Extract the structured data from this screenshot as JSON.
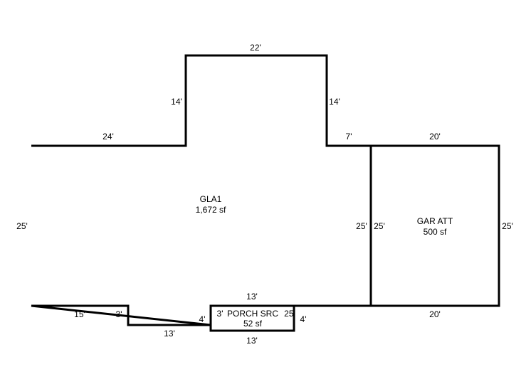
{
  "areas": {
    "gla": {
      "name": "GLA1",
      "area": "1,672 sf"
    },
    "garage": {
      "name": "GAR ATT",
      "area": "500 sf"
    },
    "porch": {
      "name": "PORCH SRC",
      "area": "52 sf"
    }
  },
  "dimensions": {
    "gla_top": "22'",
    "gla_upper_left": "14'",
    "gla_upper_right": "14'",
    "gla_left_top": "24'",
    "gla_right_step": "7'",
    "gla_left": "25'",
    "gla_right": "25'",
    "gla_bottom_left": "15'",
    "gla_step_down": "3'",
    "gla_step_bottom": "13'",
    "gla_step_up": "4'",
    "porch_top": "13'",
    "porch_bottom": "13'",
    "porch_left": "3'",
    "porch_right": "25'",
    "porch_right_outer": "4'",
    "garage_top": "20'",
    "garage_bottom": "20'",
    "garage_left": "25'",
    "garage_right": "25'"
  },
  "colors": {
    "line": "#000000",
    "background": "#ffffff"
  }
}
